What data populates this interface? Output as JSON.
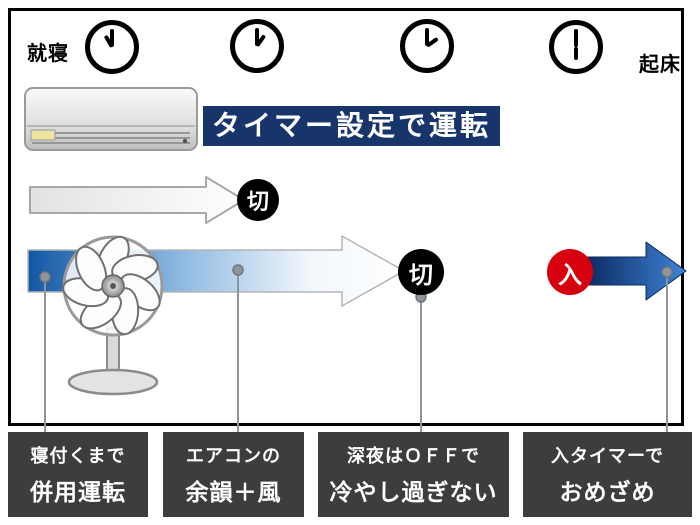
{
  "header": {
    "bedtime_label": "就寝",
    "wakeup_label": "起床"
  },
  "title": {
    "text": "タイマー設定で運転"
  },
  "badges": {
    "aircon_off": "切",
    "fan_off": "切",
    "timer_on": "入"
  },
  "callouts": [
    {
      "line1": "寝付くまで",
      "line2": "併用運転"
    },
    {
      "line1": "エアコンの",
      "line2": "余韻＋風"
    },
    {
      "line1": "深夜はＯＦＦで",
      "line2": "冷やし過ぎない"
    },
    {
      "line1": "入タイマーで",
      "line2": "おめざめ"
    }
  ],
  "icons": {
    "clock": "clock-icon",
    "air_conditioner": "air-conditioner-icon",
    "electric_fan": "electric-fan-icon"
  },
  "colors": {
    "title_bg": "#17356b",
    "callout_bg": "#3d3d3d",
    "off_badge": "#000000",
    "on_badge": "#d7000f",
    "arrow_blue_dark": "#0c2b63",
    "arrow_blue": "#1257a4"
  }
}
